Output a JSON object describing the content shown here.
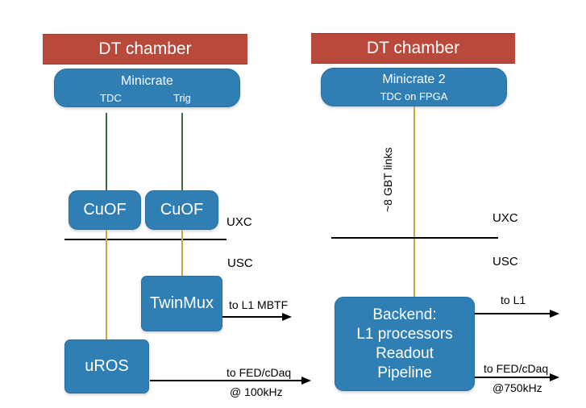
{
  "left": {
    "chamber_title": "DT chamber",
    "minicrate": {
      "title": "Minicrate",
      "tdc_label": "TDC",
      "trig_label": "Trig"
    },
    "cuof_1": "CuOF",
    "cuof_2": "CuOF",
    "uxc_label": "UXC",
    "usc_label": "USC",
    "twinmux": "TwinMux",
    "twinmux_out": "to L1 MBTF",
    "uros": "uROS",
    "uros_out_line1": "to FED/cDaq",
    "uros_out_line2": "@ 100kHz"
  },
  "right": {
    "chamber_title": "DT chamber",
    "minicrate": {
      "title": "Minicrate 2",
      "subtitle": "TDC on FPGA"
    },
    "link_label": "~8 GBT links",
    "uxc_label": "UXC",
    "usc_label": "USC",
    "backend_lines": [
      "Backend:",
      "L1 processors",
      "Readout",
      "Pipeline"
    ],
    "backend_out_l1": "to L1",
    "backend_out_line1": "to FED/cDaq",
    "backend_out_line2": "@750kHz"
  },
  "colors": {
    "chamber": "#b94a3b",
    "box": "#2f7fb5",
    "green_link": "#3d6b3d",
    "gold_link": "#d2a63e"
  }
}
